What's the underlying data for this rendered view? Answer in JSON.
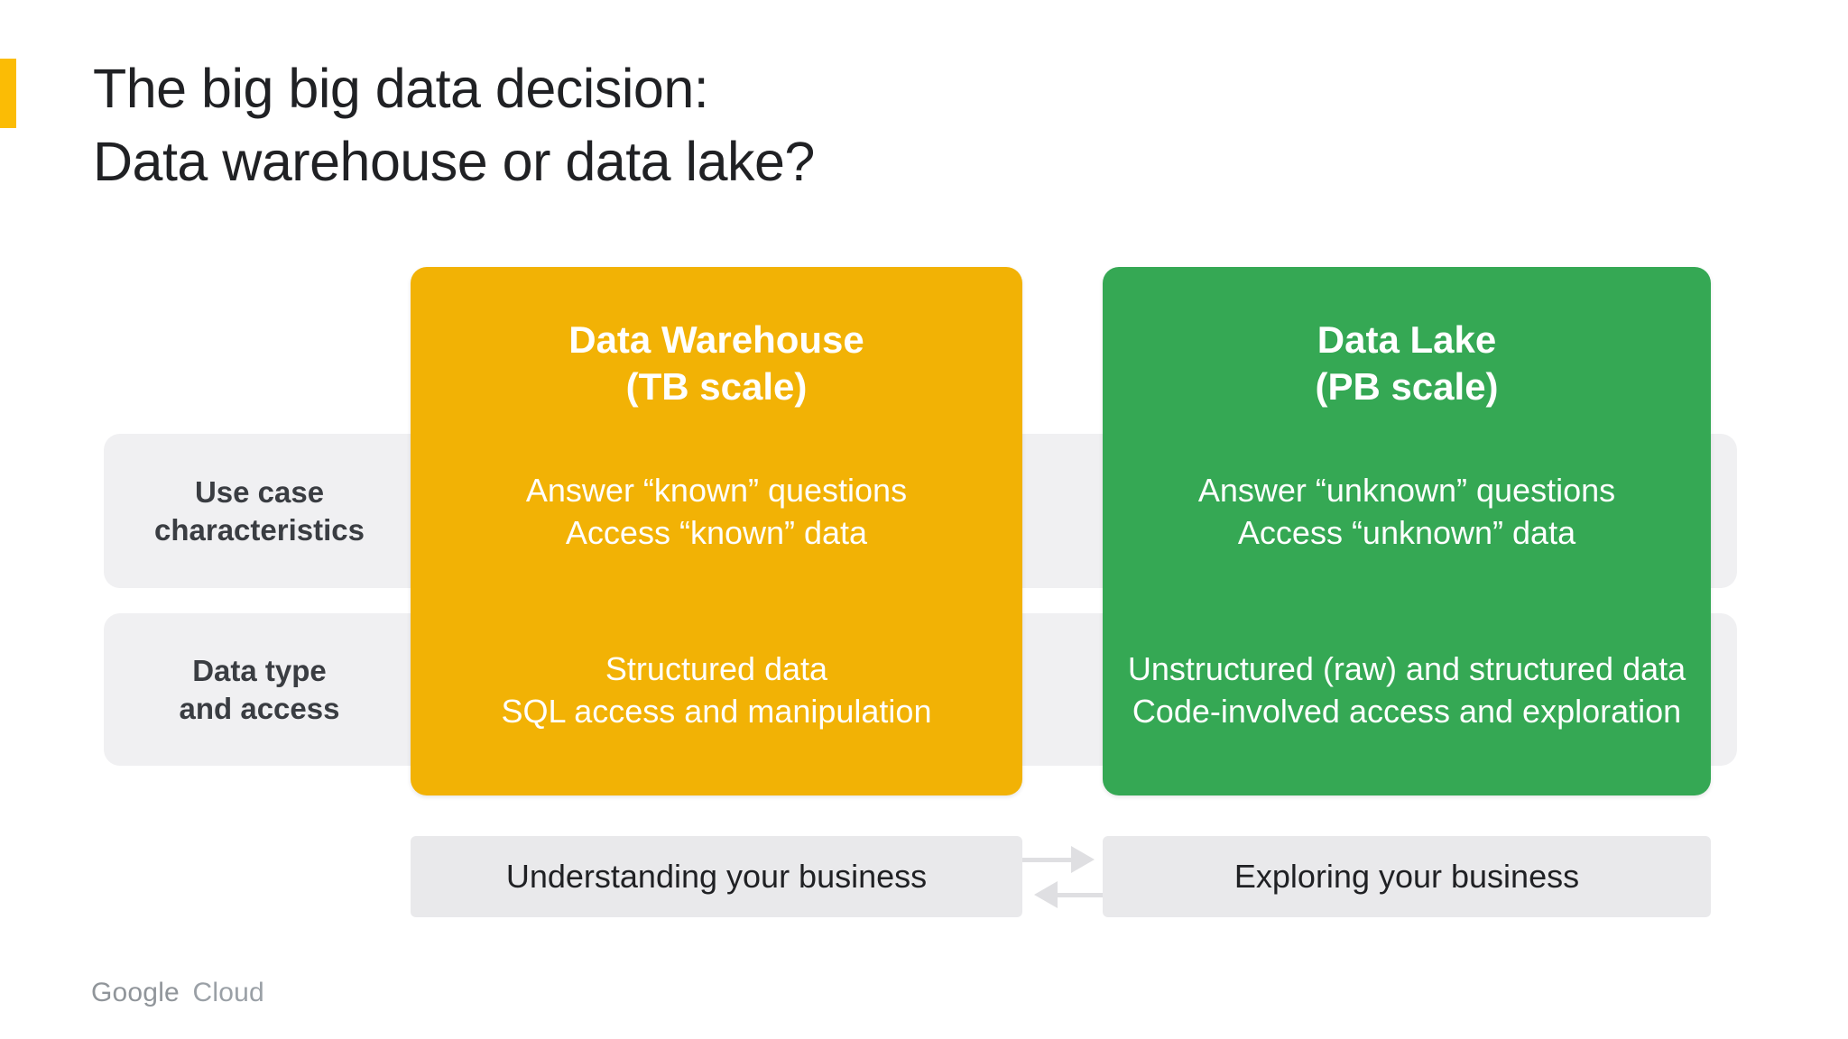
{
  "slide": {
    "title": {
      "line1": "The big big data decision:",
      "line2": "Data warehouse or data lake?"
    },
    "row_labels": [
      {
        "line1": "Use case",
        "line2": "characteristics"
      },
      {
        "line1": "Data type",
        "line2": "and access"
      }
    ],
    "columns": [
      {
        "name": "data-warehouse",
        "header": {
          "line1": "Data Warehouse",
          "line2": "(TB scale)"
        },
        "use_case": {
          "line1": "Answer “known” questions",
          "line2": "Access “known” data"
        },
        "data_type": {
          "line1": "Structured data",
          "line2": "SQL access and manipulation"
        },
        "summary": "Understanding your business"
      },
      {
        "name": "data-lake",
        "header": {
          "line1": "Data Lake",
          "line2": "(PB scale)"
        },
        "use_case": {
          "line1": "Answer “unknown” questions",
          "line2": "Access “unknown” data"
        },
        "data_type": {
          "line1": "Unstructured (raw) and structured data",
          "line2": "Code-involved access and exploration"
        },
        "summary": "Exploring your business"
      }
    ],
    "footer": {
      "brand_part1": "Google",
      "brand_part2": "Cloud"
    },
    "colors": {
      "warehouse_yellow": "#F2B205",
      "lake_green": "#35A854",
      "accent_bar_yellow": "#FBBC05",
      "row_band_gray": "#F0F0F2",
      "summary_box_gray": "#E9E9EB",
      "arrow_gray": "#DFDFE2",
      "title_text": "#202124",
      "label_text": "#3A3D42",
      "brand_text": "#9AA0A6",
      "card_text": "#FFFFFF"
    }
  }
}
